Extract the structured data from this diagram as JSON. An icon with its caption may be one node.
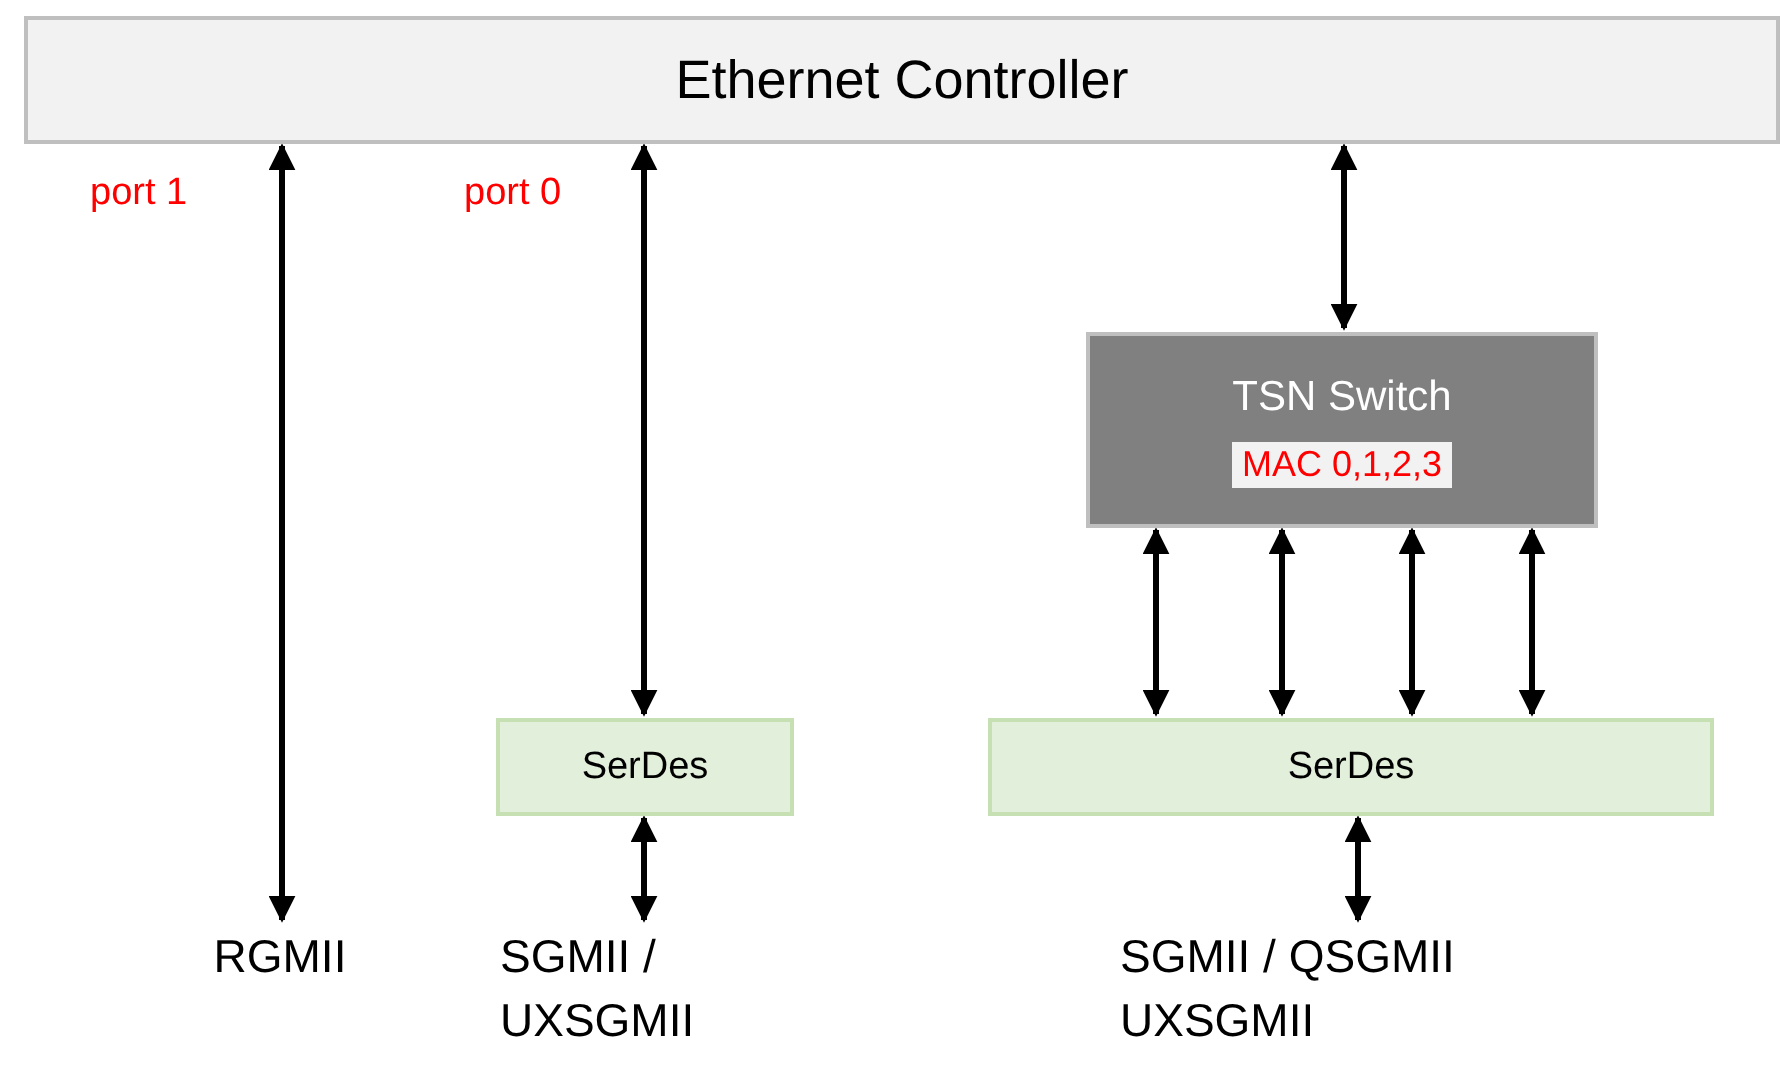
{
  "diagram": {
    "nodes": [
      {
        "text": [
          "Ethernet Controller"
        ]
      },
      {
        "text": [
          "TSN Switch",
          "MAC 0,1,2,3"
        ]
      },
      {
        "text": [
          "SerDes"
        ]
      },
      {
        "text": [
          "SerDes"
        ]
      },
      {
        "text": [
          "RGMII"
        ]
      },
      {
        "text": [
          "SGMII / UXSGMII"
        ]
      },
      {
        "text": [
          "SGMII / QSGMII UXSGMII"
        ]
      }
    ],
    "edges": [
      {
        "from": 0,
        "to": 4,
        "arrow": "both"
      },
      {
        "from": 0,
        "to": 2,
        "arrow": "both"
      },
      {
        "from": 0,
        "to": 1,
        "arrow": "both"
      },
      {
        "from": 1,
        "to": 3,
        "arrow": "both"
      },
      {
        "from": 1,
        "to": 3,
        "arrow": "both"
      },
      {
        "from": 1,
        "to": 3,
        "arrow": "both"
      },
      {
        "from": 1,
        "to": 3,
        "arrow": "both"
      },
      {
        "from": 2,
        "to": 5,
        "arrow": "both"
      },
      {
        "from": 3,
        "to": 6,
        "arrow": "both"
      }
    ],
    "labels": [
      "port 1",
      "port 0"
    ]
  }
}
